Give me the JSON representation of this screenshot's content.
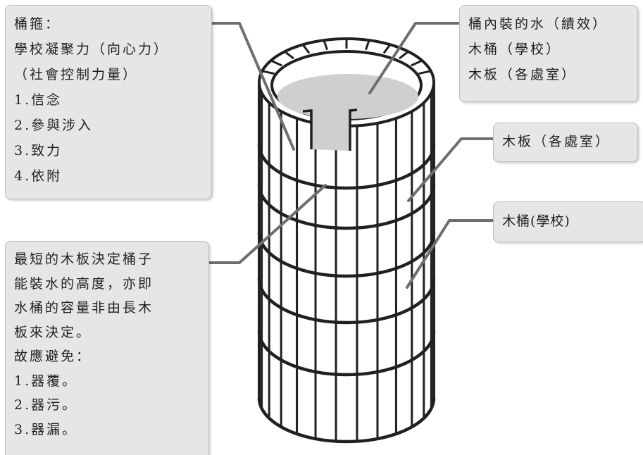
{
  "colors": {
    "box_fill": "#e6e6e7",
    "box_border": "#bdbdbd",
    "leader": "#6d6e70",
    "ink": "#231f20",
    "water": "#cfcfcf"
  },
  "boxes": {
    "hoops": {
      "lines": [
        "桶箍：",
        "學校凝聚力（向心力）",
        "（社會控制力量）",
        "1.信念",
        "2.參與涉入",
        "3.致力",
        "4.依附"
      ]
    },
    "water": {
      "lines": [
        "桶內裝的水（績效）",
        "木桶（學校）",
        "木板（各處室）"
      ]
    },
    "staves": {
      "lines": [
        "木板（各處室）"
      ]
    },
    "bucket": {
      "lines": [
        "木桶(學校)"
      ]
    },
    "shortest": {
      "lines": [
        "最短的木板決定桶子",
        "能裝水的高度，亦即",
        "水桶的容量非由長木",
        "板來決定。",
        "故應避免：",
        "1.器覆。",
        "2.器污。",
        "3.器漏。"
      ]
    }
  }
}
